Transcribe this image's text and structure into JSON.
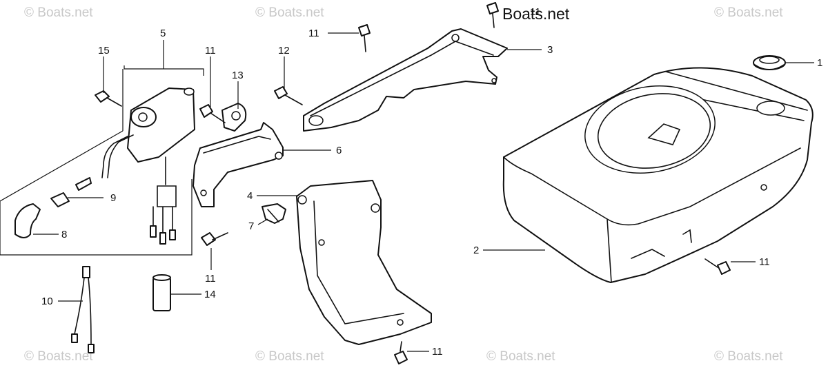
{
  "watermark": {
    "text": "© Boats.net",
    "brand_text": "Boats.net"
  },
  "callouts": {
    "c1": "1",
    "c2": "2",
    "c3": "3",
    "c4": "4",
    "c5": "5",
    "c6": "6",
    "c7": "7",
    "c8": "8",
    "c9": "9",
    "c10": "10",
    "c14": "14",
    "c15": "15",
    "c12": "12",
    "c13": "13",
    "c11a": "11",
    "c11b": "11",
    "c11c": "11",
    "c11d": "11",
    "c11e": "11",
    "c11f": "11"
  }
}
